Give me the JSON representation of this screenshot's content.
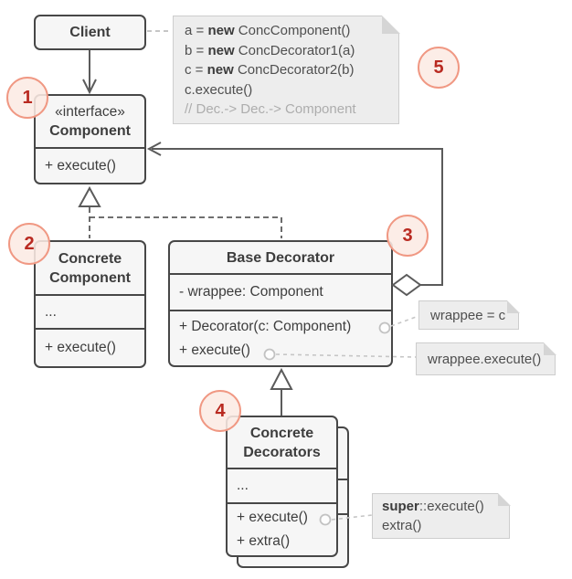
{
  "diagram_title": "Decorator design pattern UML diagram",
  "classes": {
    "client": {
      "title": "Client"
    },
    "component": {
      "stereotype": "«interface»",
      "title": "Component",
      "method1": "+ execute()"
    },
    "concrete_component": {
      "title_line1": "Concrete",
      "title_line2": "Component",
      "ellipsis": "...",
      "method1": "+ execute()"
    },
    "base_decorator": {
      "title": "Base Decorator",
      "attr1": "- wrappee: Component",
      "method1": "+ Decorator(c: Component)",
      "method2": "+ execute()"
    },
    "concrete_decorators": {
      "title_line1": "Concrete",
      "title_line2": "Decorators",
      "ellipsis": "...",
      "method1": "+ execute()",
      "method2": "+ extra()"
    }
  },
  "notes": {
    "code": {
      "line1_pre": "a = ",
      "line1_bold": "new",
      "line1_post": " ConcComponent()",
      "line2_pre": "b = ",
      "line2_bold": "new",
      "line2_post": " ConcDecorator1(a)",
      "line3_pre": "c = ",
      "line3_bold": "new",
      "line3_post": " ConcDecorator2(b)",
      "line4": "c.execute()",
      "line5": "// Dec.-> Dec.-> Component"
    },
    "wrappee_assign": {
      "text": "wrappee = c"
    },
    "wrappee_execute": {
      "text": "wrappee.execute()"
    },
    "super_call": {
      "line1_bold": "super",
      "line1_post": "::execute()",
      "line2": "extra()"
    }
  },
  "badges": {
    "b1": "1",
    "b2": "2",
    "b3": "3",
    "b4": "4",
    "b5": "5"
  },
  "colors": {
    "badge_text": "#b92a21",
    "badge_border": "#f09883",
    "badge_bg": "#fcebe5",
    "box_border": "#474747",
    "box_bg": "#f6f6f6",
    "note_bg": "#ededed",
    "note_border": "#cdcdcd",
    "line_dark": "#5b5b5b",
    "line_light": "#c6c6c6",
    "comment_text": "#adadad"
  }
}
